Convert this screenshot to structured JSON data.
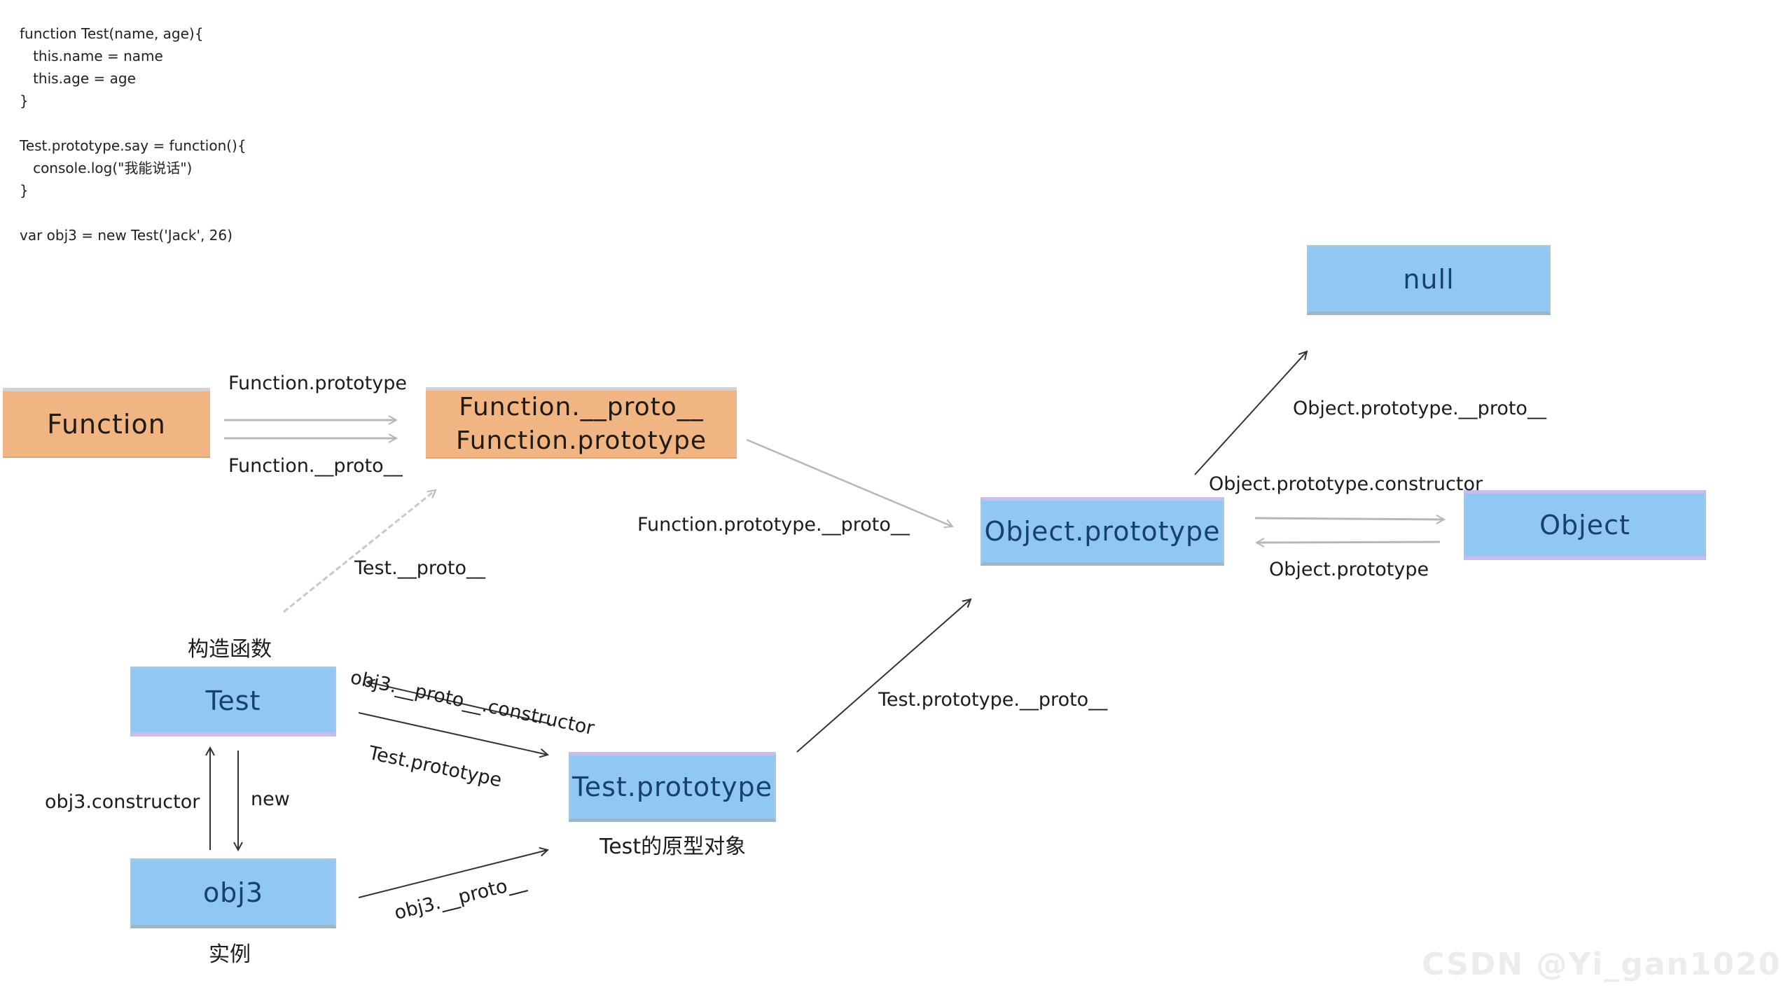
{
  "code": [
    "function Test(name, age){",
    "   this.name = name",
    "   this.age = age",
    "}",
    "",
    "Test.prototype.say = function(){",
    "   console.log(\"我能说话\")",
    "}",
    "",
    "var obj3 = new Test('Jack', 26)"
  ],
  "nodes": {
    "function": "Function",
    "function_proto_line1": "Function.__proto__",
    "function_proto_line2": "Function.prototype",
    "object_prototype": "Object.prototype",
    "object": "Object",
    "null": "null",
    "test": "Test",
    "test_prototype": "Test.prototype",
    "obj3": "obj3"
  },
  "captions": {
    "constructor": "构造函数",
    "prototype_object": "Test的原型对象",
    "instance": "实例"
  },
  "edge_labels": {
    "function_prototype": "Function.prototype",
    "function_proto": "Function.__proto__",
    "function_prototype_proto": "Function.prototype.__proto__",
    "test_proto": "Test.__proto__",
    "object_prototype_proto": "Object.prototype.__proto__",
    "object_prototype_constructor": "Object.prototype.constructor",
    "object_prototype": "Object.prototype",
    "obj3_proto_constructor": "obj3.__proto__.constructor",
    "test_prototype": "Test.prototype",
    "test_prototype_proto": "Test.prototype.__proto__",
    "obj3_constructor": "obj3.constructor",
    "new": "new",
    "obj3_proto": "obj3.__proto__"
  },
  "watermark": "CSDN @Yi_gan1020",
  "colors": {
    "blue_box": "#90c8f3",
    "orange_box": "#f1b584",
    "arrow": "#333333",
    "arrow_faint": "#b8b8b8"
  }
}
